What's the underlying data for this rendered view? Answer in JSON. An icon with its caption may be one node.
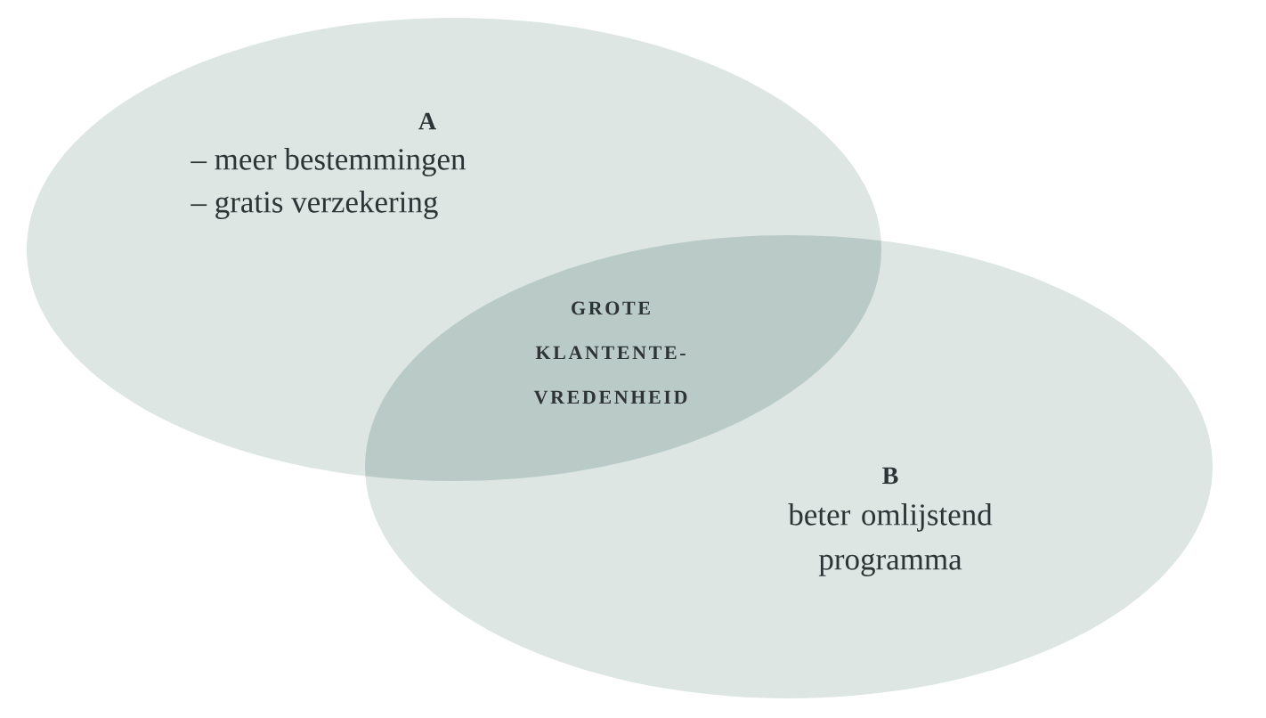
{
  "diagram": {
    "nodes": [
      {
        "text": [
          "A",
          "– meer bestemmingen",
          "– gratis verzekering"
        ]
      },
      {
        "text": [
          "B",
          "beter omlijstend programma"
        ]
      },
      {
        "text": [
          "GROTE KLANTENTE- VREDENHEID"
        ]
      }
    ]
  }
}
